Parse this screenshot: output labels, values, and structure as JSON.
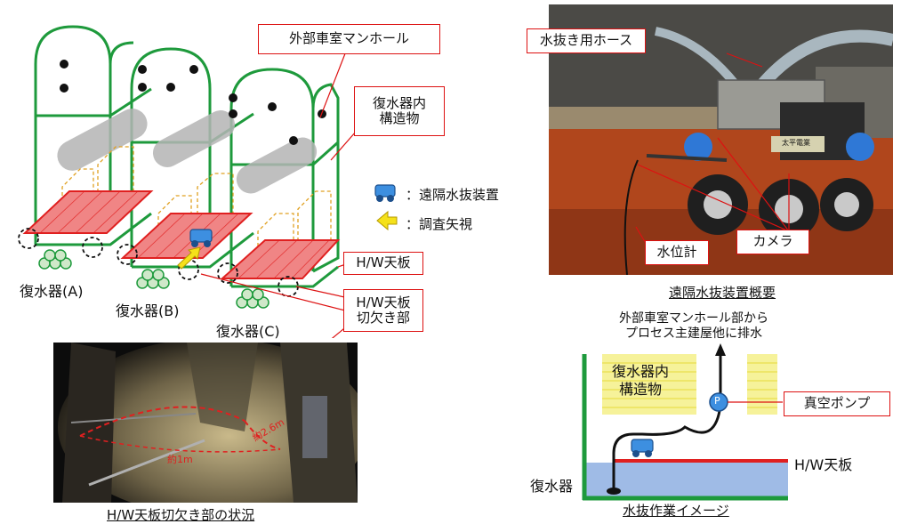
{
  "condenser_diagram": {
    "labels": {
      "manhole": "外部車室マンホール",
      "internal_structure": "復水器内\n構造物",
      "condenser_a": "復水器(A)",
      "condenser_b": "復水器(B)",
      "condenser_c": "復水器(C)",
      "hw_plate": "H/W天板",
      "hw_cutout": "H/W天板\n切欠き部"
    },
    "legend": {
      "device": "：遠隔水抜装置",
      "direction": "：調査矢視"
    },
    "colors": {
      "frame": "#1e9a3c",
      "plate": "#e02020",
      "dashed": "#e0a020",
      "callout": "#d11111"
    }
  },
  "device_photo": {
    "labels": {
      "hose": "水抜き用ホース",
      "camera": "カメラ",
      "level_gauge": "水位計"
    },
    "caption": "遠隔水抜装置概要",
    "device_plate": "太平電業"
  },
  "cutout_photo": {
    "caption": "H/W天板切欠き部の状況",
    "measure_1": "約2.6m",
    "measure_2": "約1m"
  },
  "work_image": {
    "discharge_text": "外部車室マンホール部から\nプロセス主建屋他に排水",
    "internal_structure": "復水器内\n構造物",
    "pump_label": "真空ポンプ",
    "pump_symbol": "P",
    "hw_plate": "H/W天板",
    "condenser": "復水器",
    "caption": "水抜作業イメージ"
  }
}
